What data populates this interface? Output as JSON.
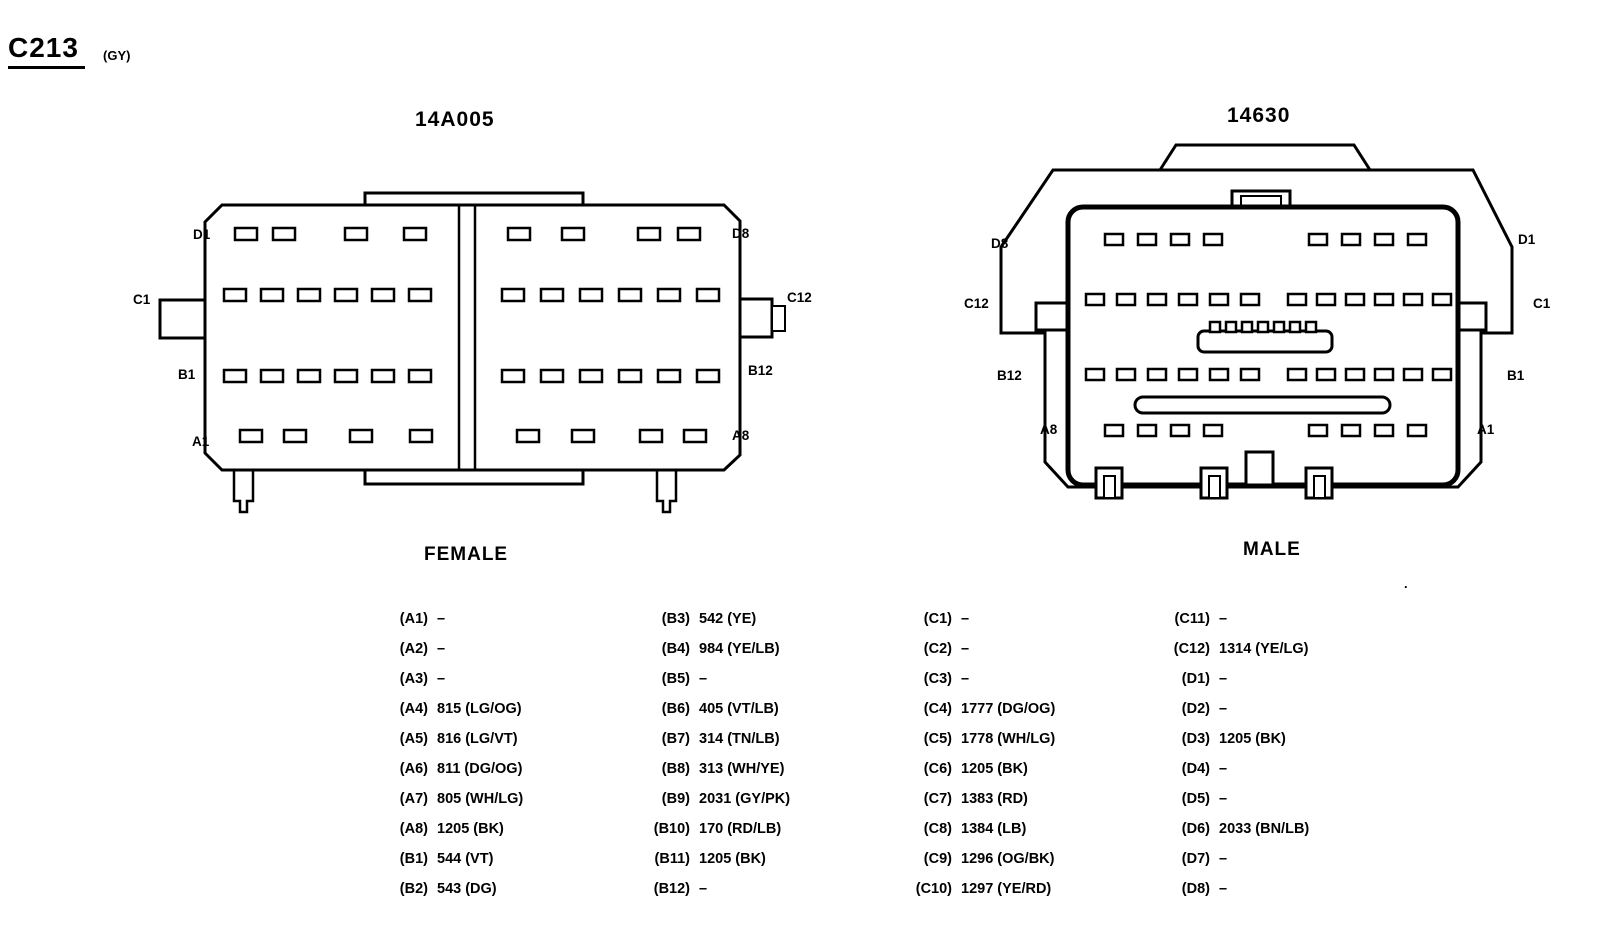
{
  "header": {
    "connector_id": "C213",
    "color_code": "(GY)"
  },
  "female": {
    "part_number": "14A005",
    "caption": "FEMALE",
    "labels": {
      "d_left": "D1",
      "d_right": "D8",
      "c_left": "C1",
      "c_right": "C12",
      "b_left": "B1",
      "b_right": "B12",
      "a_left": "A1",
      "a_right": "A8"
    },
    "pin_rows": [
      {
        "row": "D",
        "count": 8
      },
      {
        "row": "C",
        "count": 12
      },
      {
        "row": "B",
        "count": 12
      },
      {
        "row": "A",
        "count": 8
      }
    ]
  },
  "male": {
    "part_number": "14630",
    "caption": "MALE",
    "labels": {
      "d_left": "D8",
      "d_right": "D1",
      "c_left": "C12",
      "c_right": "C1",
      "b_left": "B12",
      "b_right": "B1",
      "a_left": "A8",
      "a_right": "A1"
    },
    "pin_rows": [
      {
        "row": "D",
        "count": 8
      },
      {
        "row": "C",
        "count": 12
      },
      {
        "row": "B",
        "count": 12
      },
      {
        "row": "A",
        "count": 8
      }
    ]
  },
  "stray_dot": ".",
  "pin_table": {
    "columns": [
      [
        {
          "pin": "(A1)",
          "circuit": "–"
        },
        {
          "pin": "(A2)",
          "circuit": "–"
        },
        {
          "pin": "(A3)",
          "circuit": "–"
        },
        {
          "pin": "(A4)",
          "circuit": "815 (LG/OG)"
        },
        {
          "pin": "(A5)",
          "circuit": "816 (LG/VT)"
        },
        {
          "pin": "(A6)",
          "circuit": "811 (DG/OG)"
        },
        {
          "pin": "(A7)",
          "circuit": "805 (WH/LG)"
        },
        {
          "pin": "(A8)",
          "circuit": "1205 (BK)"
        },
        {
          "pin": "(B1)",
          "circuit": "544 (VT)"
        },
        {
          "pin": "(B2)",
          "circuit": "543 (DG)"
        }
      ],
      [
        {
          "pin": "(B3)",
          "circuit": "542 (YE)"
        },
        {
          "pin": "(B4)",
          "circuit": "984 (YE/LB)"
        },
        {
          "pin": "(B5)",
          "circuit": "–"
        },
        {
          "pin": "(B6)",
          "circuit": "405 (VT/LB)"
        },
        {
          "pin": "(B7)",
          "circuit": "314 (TN/LB)"
        },
        {
          "pin": "(B8)",
          "circuit": "313 (WH/YE)"
        },
        {
          "pin": "(B9)",
          "circuit": "2031 (GY/PK)"
        },
        {
          "pin": "(B10)",
          "circuit": "170 (RD/LB)"
        },
        {
          "pin": "(B11)",
          "circuit": "1205 (BK)"
        },
        {
          "pin": "(B12)",
          "circuit": "–"
        }
      ],
      [
        {
          "pin": "(C1)",
          "circuit": "–"
        },
        {
          "pin": "(C2)",
          "circuit": "–"
        },
        {
          "pin": "(C3)",
          "circuit": "–"
        },
        {
          "pin": "(C4)",
          "circuit": "1777 (DG/OG)"
        },
        {
          "pin": "(C5)",
          "circuit": "1778 (WH/LG)"
        },
        {
          "pin": "(C6)",
          "circuit": "1205 (BK)"
        },
        {
          "pin": "(C7)",
          "circuit": "1383 (RD)"
        },
        {
          "pin": "(C8)",
          "circuit": "1384 (LB)"
        },
        {
          "pin": "(C9)",
          "circuit": "1296 (OG/BK)"
        },
        {
          "pin": "(C10)",
          "circuit": "1297 (YE/RD)"
        }
      ],
      [
        {
          "pin": "(C11)",
          "circuit": "–"
        },
        {
          "pin": "(C12)",
          "circuit": "1314 (YE/LG)"
        },
        {
          "pin": "(D1)",
          "circuit": "–"
        },
        {
          "pin": "(D2)",
          "circuit": "–"
        },
        {
          "pin": "(D3)",
          "circuit": "1205 (BK)"
        },
        {
          "pin": "(D4)",
          "circuit": "–"
        },
        {
          "pin": "(D5)",
          "circuit": "–"
        },
        {
          "pin": "(D6)",
          "circuit": "2033 (BN/LB)"
        },
        {
          "pin": "(D7)",
          "circuit": "–"
        },
        {
          "pin": "(D8)",
          "circuit": "–"
        }
      ]
    ]
  }
}
